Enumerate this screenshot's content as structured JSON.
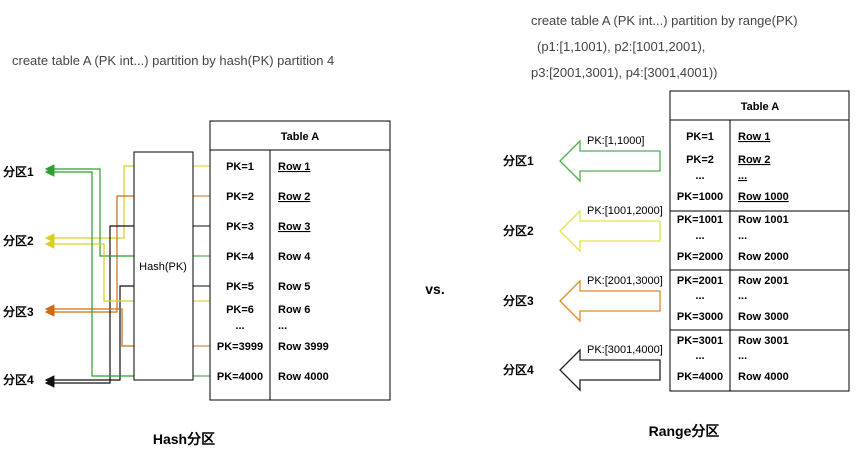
{
  "hash": {
    "sql": "create table A (PK int...) partition by hash(PK) partition 4",
    "table_header": "Table A",
    "hash_label": "Hash(PK)",
    "rows": [
      {
        "pk": "PK=1",
        "row": "Row 1",
        "underline": true
      },
      {
        "pk": "PK=2",
        "row": "Row 2",
        "underline": true
      },
      {
        "pk": "PK=3",
        "row": "Row 3",
        "underline": true
      },
      {
        "pk": "PK=4",
        "row": "Row 4",
        "underline": false
      },
      {
        "pk": "PK=5",
        "row": "Row 5",
        "underline": false
      },
      {
        "pk": "PK=6",
        "row": "Row 6",
        "underline": false
      },
      {
        "pk": "...",
        "row": "...",
        "underline": false
      },
      {
        "pk": "PK=3999",
        "row": "Row 3999",
        "underline": false
      },
      {
        "pk": "PK=4000",
        "row": "Row 4000",
        "underline": false
      }
    ],
    "partitions": [
      "分区1",
      "分区2",
      "分区3",
      "分区4"
    ],
    "caption": "Hash分区"
  },
  "vs_label": "vs.",
  "range": {
    "sql_lines": [
      "create table A (PK int...) partition by range(PK)",
      "(p1:[1,1001), p2:[1001,2001),",
      "p3:[2001,3001), p4:[3001,4001))"
    ],
    "table_header": "Table A",
    "groups": [
      {
        "partition": "分区1",
        "range": "PK:[1,1000]",
        "color": "#4caf50",
        "rows": [
          {
            "pk": "PK=1",
            "row": "Row 1",
            "underline": true
          },
          {
            "pk": "PK=2",
            "row": "Row 2",
            "underline": true
          },
          {
            "pk": "...",
            "row": "...",
            "underline": true
          },
          {
            "pk": "PK=1000",
            "row": "Row 1000",
            "underline": true
          }
        ]
      },
      {
        "partition": "分区2",
        "range": "PK:[1001,2000]",
        "color": "#e6e24a",
        "rows": [
          {
            "pk": "PK=1001",
            "row": "Row 1001",
            "underline": false
          },
          {
            "pk": "...",
            "row": "...",
            "underline": false
          },
          {
            "pk": "PK=2000",
            "row": "Row 2000",
            "underline": false
          }
        ]
      },
      {
        "partition": "分区3",
        "range": "PK:[2001,3000]",
        "color": "#e08a2a",
        "rows": [
          {
            "pk": "PK=2001",
            "row": "Row 2001",
            "underline": false
          },
          {
            "pk": "...",
            "row": "...",
            "underline": false
          },
          {
            "pk": "PK=3000",
            "row": "Row 3000",
            "underline": false
          }
        ]
      },
      {
        "partition": "分区4",
        "range": "PK:[3001,4000]",
        "color": "#222222",
        "rows": [
          {
            "pk": "PK=3001",
            "row": "Row 3001",
            "underline": false
          },
          {
            "pk": "...",
            "row": "...",
            "underline": false
          },
          {
            "pk": "PK=4000",
            "row": "Row 4000",
            "underline": false
          }
        ]
      }
    ],
    "caption": "Range分区"
  },
  "colors": {
    "p1": "#2e9e2e",
    "p2": "#d8d020",
    "p3": "#d06a10",
    "p4": "#111111"
  }
}
